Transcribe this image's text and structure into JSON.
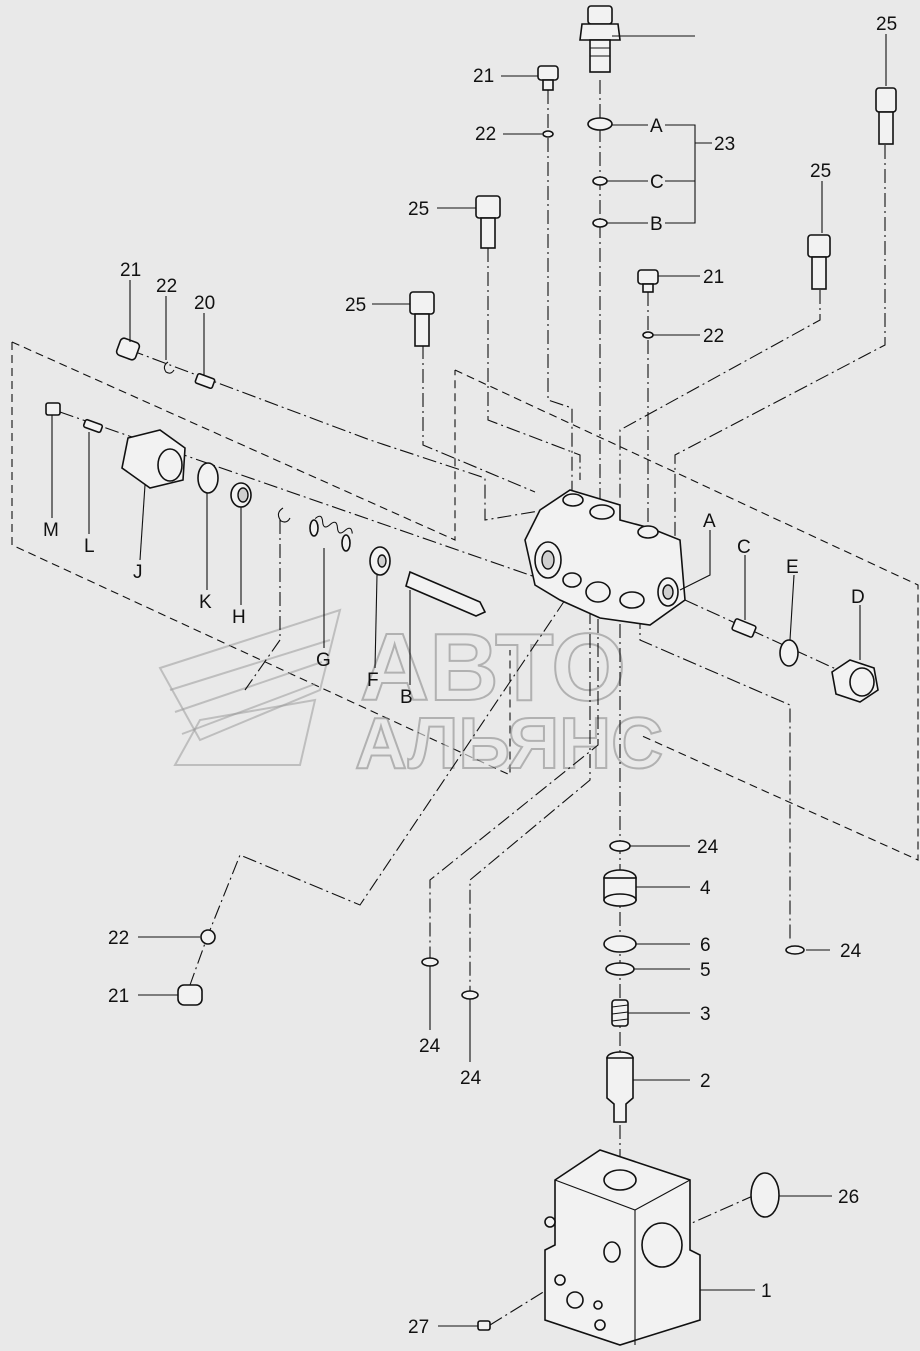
{
  "watermark": {
    "line1": "АВТО",
    "line2": "АЛЬЯНС"
  },
  "callouts": {
    "c25a": "25",
    "c21a": "21",
    "c22a": "22",
    "cA1": "A",
    "cC1": "C",
    "cB1": "B",
    "c23": "23",
    "c25b": "25",
    "c25c": "25",
    "c25d": "25",
    "c21b": "21",
    "c22b": "22",
    "c21c": "21",
    "c22c": "22",
    "c20": "20",
    "cM": "M",
    "cL": "L",
    "cJ": "J",
    "cK": "K",
    "cH": "H",
    "cG": "G",
    "cF": "F",
    "cB2": "B",
    "cA2": "A",
    "cC2": "C",
    "cE": "E",
    "cD": "D",
    "c24a": "24",
    "c4": "4",
    "c6": "6",
    "c5": "5",
    "c3": "3",
    "c2": "2",
    "c24b": "24",
    "c22d": "22",
    "c21d": "21",
    "c24c": "24",
    "c24d": "24",
    "c26": "26",
    "c1": "1",
    "c27": "27"
  }
}
